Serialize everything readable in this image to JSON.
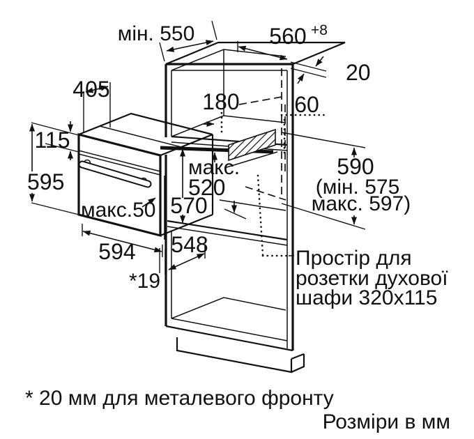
{
  "figure": {
    "background": "#ffffff",
    "line_color": "#111111",
    "units_note": "Розміри в мм"
  },
  "dimensions": {
    "niche_depth": "мін. 550",
    "niche_width": "560",
    "niche_width_tolerance": "+8",
    "top_rear_strip": "20",
    "oven_top_depth": "405",
    "top_compartment_height": "180",
    "rear_gap": "60",
    "control_panel_height": "115",
    "oven_height": "595",
    "door_protrusion": "макс.50",
    "housing_height": "570",
    "rear_depth_label": "макс.",
    "rear_depth_value": "520",
    "niche_height": "590",
    "niche_height_min": "(мін. 575",
    "niche_height_max": "макс. 597)",
    "oven_width": "594",
    "oven_depth": "548",
    "front_gap": "*19"
  },
  "socket_note": {
    "line1": "Простір для",
    "line2": "розетки духової",
    "line3": "шафи 320x115"
  },
  "footnote": "* 20 мм для металевого фронту",
  "caption": "Розміри в мм"
}
